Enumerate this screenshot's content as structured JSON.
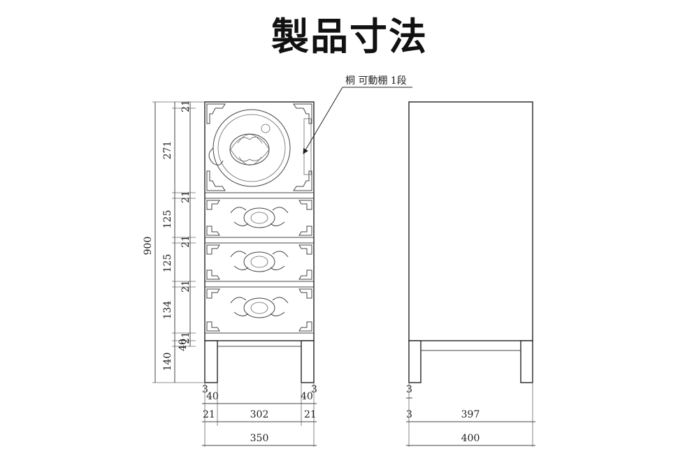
{
  "title": "製品寸法",
  "note": "桐 可動棚 1段",
  "front": {
    "vertical_dims": {
      "total": "900",
      "inner": [
        "21",
        "271",
        "21",
        "125",
        "21",
        "125",
        "21",
        "134",
        "21",
        "40",
        "140"
      ]
    },
    "horizontal_dims": {
      "row1": [
        "3",
        "40",
        "40",
        "3"
      ],
      "row2": [
        "21",
        "302",
        "21"
      ],
      "row3": [
        "350"
      ]
    }
  },
  "side": {
    "horizontal_dims": {
      "row1": [
        "3"
      ],
      "row2": [
        "3",
        "397"
      ],
      "row3": [
        "400"
      ]
    }
  }
}
